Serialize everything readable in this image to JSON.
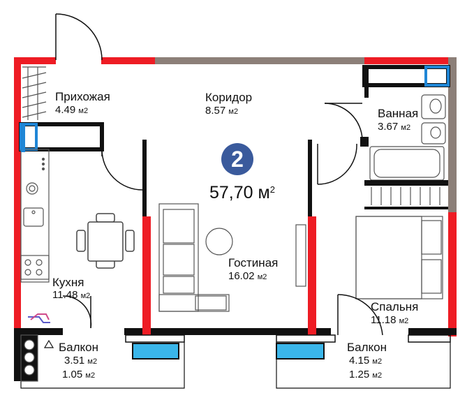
{
  "apartment": {
    "rooms_count": "2",
    "total_area_value": "57,70 м",
    "total_area_sup": "2"
  },
  "rooms": {
    "hallway": {
      "name": "Прихожая",
      "area": "4.49",
      "unit": "м2"
    },
    "corridor": {
      "name": "Коридор",
      "area": "8.57",
      "unit": "м2"
    },
    "bathroom": {
      "name": "Ванная",
      "area": "3.67",
      "unit": "м2"
    },
    "living": {
      "name": "Гостиная",
      "area": "16.02",
      "unit": "м2"
    },
    "kitchen": {
      "name": "Кухня",
      "area": "11.48",
      "unit": "м2"
    },
    "bedroom": {
      "name": "Спальня",
      "area": "11.18",
      "unit": "м2"
    },
    "balcony_left": {
      "name": "Балкон",
      "area": "3.51",
      "unit": "м2",
      "area2": "1.05",
      "unit2": "м2"
    },
    "balcony_right": {
      "name": "Балкон",
      "area": "4.15",
      "unit": "м2",
      "area2": "1.25",
      "unit2": "м2"
    }
  },
  "colors": {
    "wall_red": "#ee1c24",
    "wall_black": "#111111",
    "wall_gray": "#8c7f78",
    "window_blue": "#1f86d6",
    "glass_cyan": "#3ab6ea",
    "badge_blue": "#3a5a9c",
    "furniture_line": "#555555"
  }
}
